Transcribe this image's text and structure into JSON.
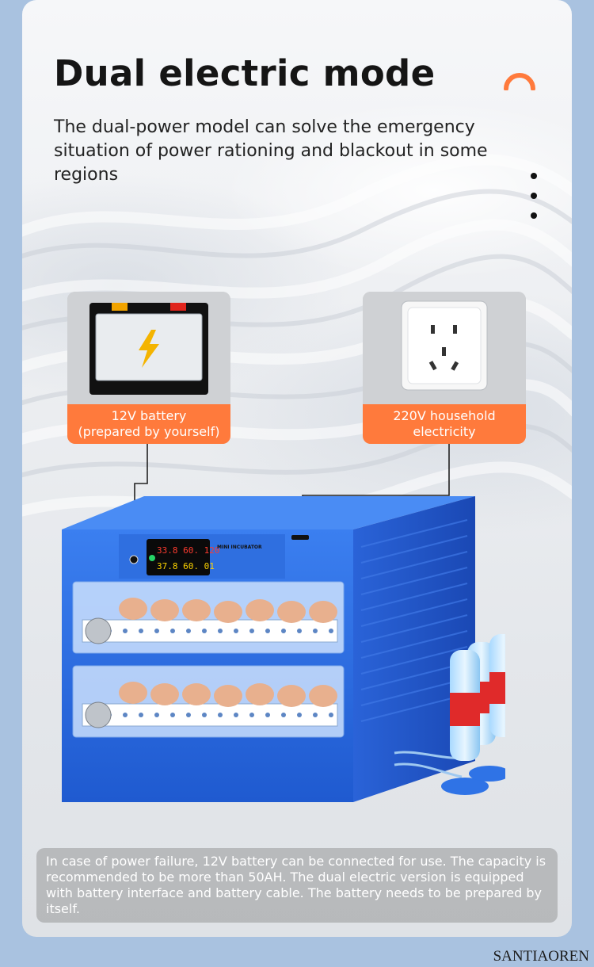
{
  "header": {
    "title": "Dual electric mode",
    "subtitle": "The dual-power model can solve the emergency situation of power rationing and blackout in some regions"
  },
  "icons": {
    "arc": "orange-arc-icon",
    "more": "vertical-dots-icon"
  },
  "features": [
    {
      "caption_line1": "12V battery",
      "caption_line2": "(prepared by yourself)",
      "icon": "battery-icon"
    },
    {
      "caption_line1": "220V household",
      "caption_line2": "electricity",
      "icon": "power-socket-icon"
    }
  ],
  "product": {
    "panel_label": "MINI INCUBATOR",
    "display_top": "33.8 60. 120",
    "display_bottom": "37.8 60. 01"
  },
  "note": "In case of power failure, 12V battery can be connected for use. The capacity is recommended to be more than 50AH. The dual electric version is equipped with battery interface and battery cable. The battery needs to be prepared by itself.",
  "watermark": "SANTIAOREN",
  "colors": {
    "accent": "#ff7a3c",
    "incubator_blue": "#2f6fe0",
    "background": "#a9c2e0"
  }
}
